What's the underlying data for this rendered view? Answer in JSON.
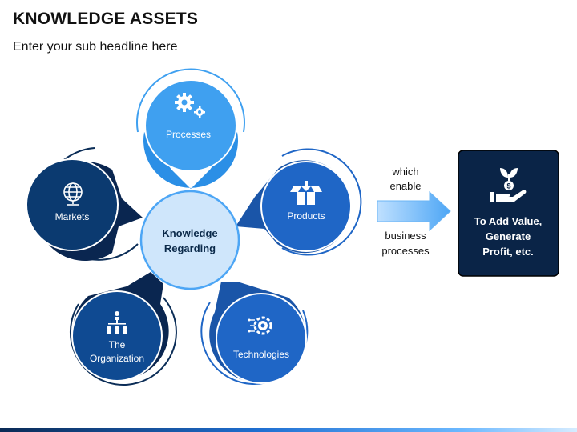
{
  "title": "KNOWLEDGE ASSETS",
  "subtitle": "Enter your sub headline here",
  "center": {
    "line1": "Knowledge",
    "line2": "Regarding"
  },
  "nodes": {
    "processes": {
      "label": "Processes",
      "icon": "gears-icon"
    },
    "products": {
      "label": "Products",
      "icon": "open-box-icon"
    },
    "markets": {
      "label": "Markets",
      "icon": "globe-icon"
    },
    "organization": {
      "line1": "The",
      "line2": "Organization",
      "icon": "org-chart-icon"
    },
    "technologies": {
      "label": "Technologies",
      "icon": "tech-gear-icon"
    }
  },
  "arrow": {
    "top_line1": "which",
    "top_line2": "enable",
    "bottom_line1": "business",
    "bottom_line2": "processes"
  },
  "result": {
    "line1": "To Add Value,",
    "line2": "Generate",
    "line3": "Profit, etc.",
    "icon": "money-plant-hand-icon"
  },
  "colors": {
    "dark_navy": "#0b2d57",
    "mid_blue": "#1f66c6",
    "light_blue": "#3fa0f0",
    "pale_blue": "#cfe6fb",
    "result_box": "#0a2447"
  }
}
